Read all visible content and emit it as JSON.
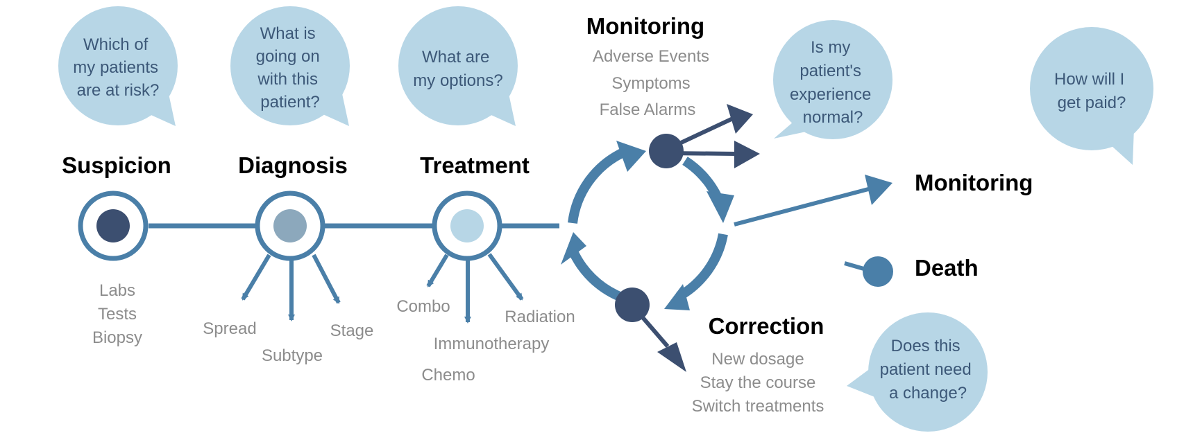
{
  "colors": {
    "bubble": "#b7d6e6",
    "bubble_text": "#3c5878",
    "line": "#4a7fa8",
    "dark_node": "#3c4f70",
    "mid_node": "#8ca8bc",
    "light_node": "#b7d6e6",
    "muted_text": "#8c8c8c"
  },
  "bubbles": {
    "risk": [
      "Which of",
      "my patients",
      "are at risk?"
    ],
    "diagnosis": [
      "What is",
      "going on",
      "with this",
      "patient?"
    ],
    "options": [
      "What are",
      "my options?"
    ],
    "experience": [
      "Is my",
      "patient's",
      "experience",
      "normal?"
    ],
    "paid": [
      "How will I",
      "get paid?"
    ],
    "change": [
      "Does this",
      "patient need",
      "a change?"
    ]
  },
  "stages": {
    "suspicion": {
      "title": "Suspicion",
      "items": [
        "Labs",
        "Tests",
        "Biopsy"
      ]
    },
    "diagnosis": {
      "title": "Diagnosis",
      "items": [
        "Spread",
        "Subtype",
        "Stage"
      ]
    },
    "treatment": {
      "title": "Treatment",
      "items": [
        "Combo",
        "Immunotherapy",
        "Chemo",
        "Radiation"
      ]
    },
    "monitoring": {
      "title": "Monitoring",
      "items": [
        "Adverse Events",
        "Symptoms",
        "False Alarms"
      ]
    },
    "correction": {
      "title": "Correction",
      "items": [
        "New dosage",
        "Stay the course",
        "Switch treatments"
      ]
    }
  },
  "outcomes": {
    "monitoring": "Monitoring",
    "death": "Death"
  }
}
